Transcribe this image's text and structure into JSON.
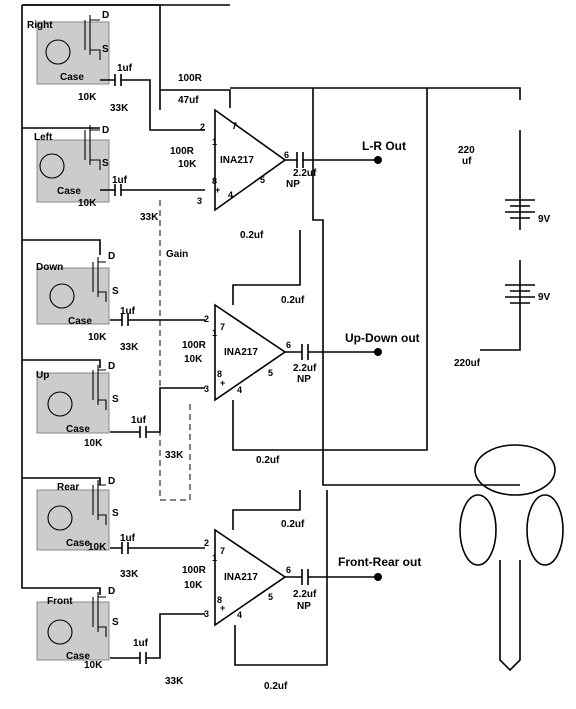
{
  "mics": [
    {
      "name": "Right",
      "case": "Case",
      "d": "D",
      "s": "S"
    },
    {
      "name": "Left",
      "case": "Case",
      "d": "D",
      "s": "S"
    },
    {
      "name": "Down",
      "case": "Case",
      "d": "D",
      "s": "S"
    },
    {
      "name": "Up",
      "case": "Case",
      "d": "D",
      "s": "S"
    },
    {
      "name": "Rear",
      "case": "Case",
      "d": "D",
      "s": "S"
    },
    {
      "name": "Front",
      "case": "Case",
      "d": "D",
      "s": "S"
    }
  ],
  "parts": {
    "r10k": "10K",
    "r33k": "33K",
    "c1uf": "1uf",
    "r100": "100R",
    "r100b": "100R",
    "r10k_gain": "10K",
    "c47": "47uf",
    "c2_2": "2.2uf",
    "np": "NP",
    "c02": "0.2uf",
    "c220": "220",
    "c220u": "uf",
    "c220b": "220uf",
    "bat": "9V",
    "gain": "Gain",
    "amp": "INA217"
  },
  "pins": {
    "p1": "1",
    "p2": "2",
    "p3": "3",
    "p4": "4",
    "p5": "5",
    "p6": "6",
    "p7": "7",
    "p8": "8",
    "plus": "+",
    "minus": "−"
  },
  "outputs": {
    "lr": "L-R Out",
    "ud": "Up-Down out",
    "fr": "Front-Rear out"
  }
}
